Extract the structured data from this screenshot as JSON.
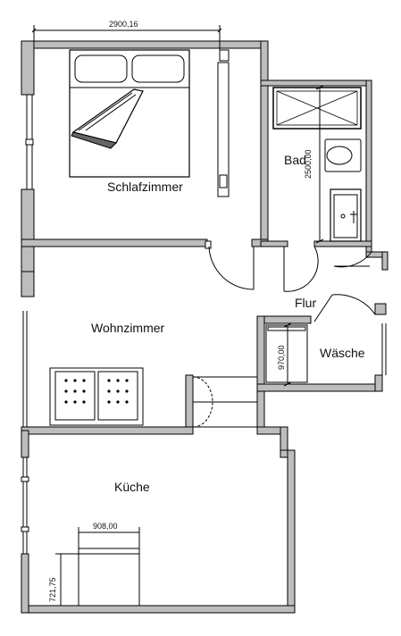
{
  "rooms": {
    "schlafzimmer": "Schlafzimmer",
    "bad": "Bad",
    "flur": "Flur",
    "wohnzimmer": "Wohnzimmer",
    "waesche": "Wäsche",
    "kueche": "Küche"
  },
  "dimensions": {
    "top_width": "2900,16",
    "bath_height": "2500,00",
    "laundry_height": "970,00",
    "kitchen_unit_width": "908,00",
    "kitchen_unit_depth": "721,75"
  }
}
